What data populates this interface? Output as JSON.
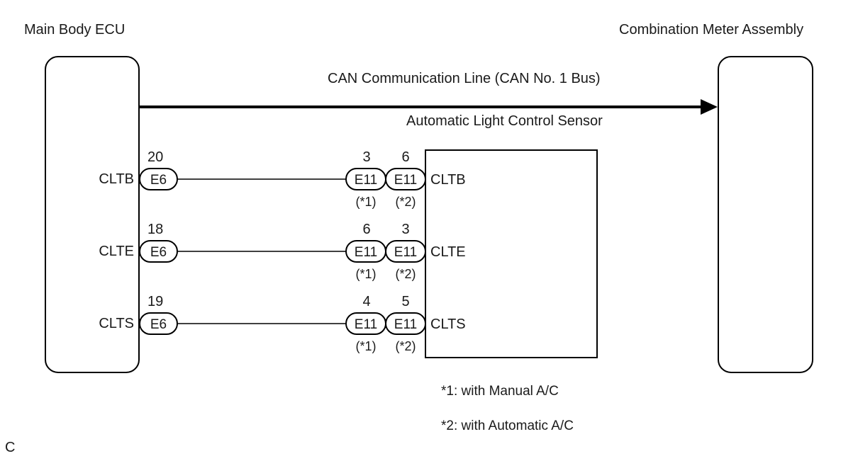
{
  "labels": {
    "main_body_ecu": "Main Body ECU",
    "combination_meter": "Combination Meter Assembly",
    "can_line": "CAN Communication Line (CAN No. 1 Bus)",
    "sensor": "Automatic Light Control Sensor",
    "note_1": "*1: with Manual A/C",
    "note_2": "*2: with Automatic A/C",
    "corner": "C"
  },
  "circuits": [
    {
      "name": "CLTB",
      "ecu_pin": "20",
      "ecu_connector": "E6",
      "sensor_pin_1": "3",
      "sensor_pin_2": "6",
      "sensor_connector_1": "E11",
      "sensor_connector_2": "E11",
      "note_1": "(*1)",
      "note_2": "(*2)",
      "sensor_terminal": "CLTB"
    },
    {
      "name": "CLTE",
      "ecu_pin": "18",
      "ecu_connector": "E6",
      "sensor_pin_1": "6",
      "sensor_pin_2": "3",
      "sensor_connector_1": "E11",
      "sensor_connector_2": "E11",
      "note_1": "(*1)",
      "note_2": "(*2)",
      "sensor_terminal": "CLTE"
    },
    {
      "name": "CLTS",
      "ecu_pin": "19",
      "ecu_connector": "E6",
      "sensor_pin_1": "4",
      "sensor_pin_2": "5",
      "sensor_connector_1": "E11",
      "sensor_connector_2": "E11",
      "note_1": "(*1)",
      "note_2": "(*2)",
      "sensor_terminal": "CLTS"
    }
  ]
}
